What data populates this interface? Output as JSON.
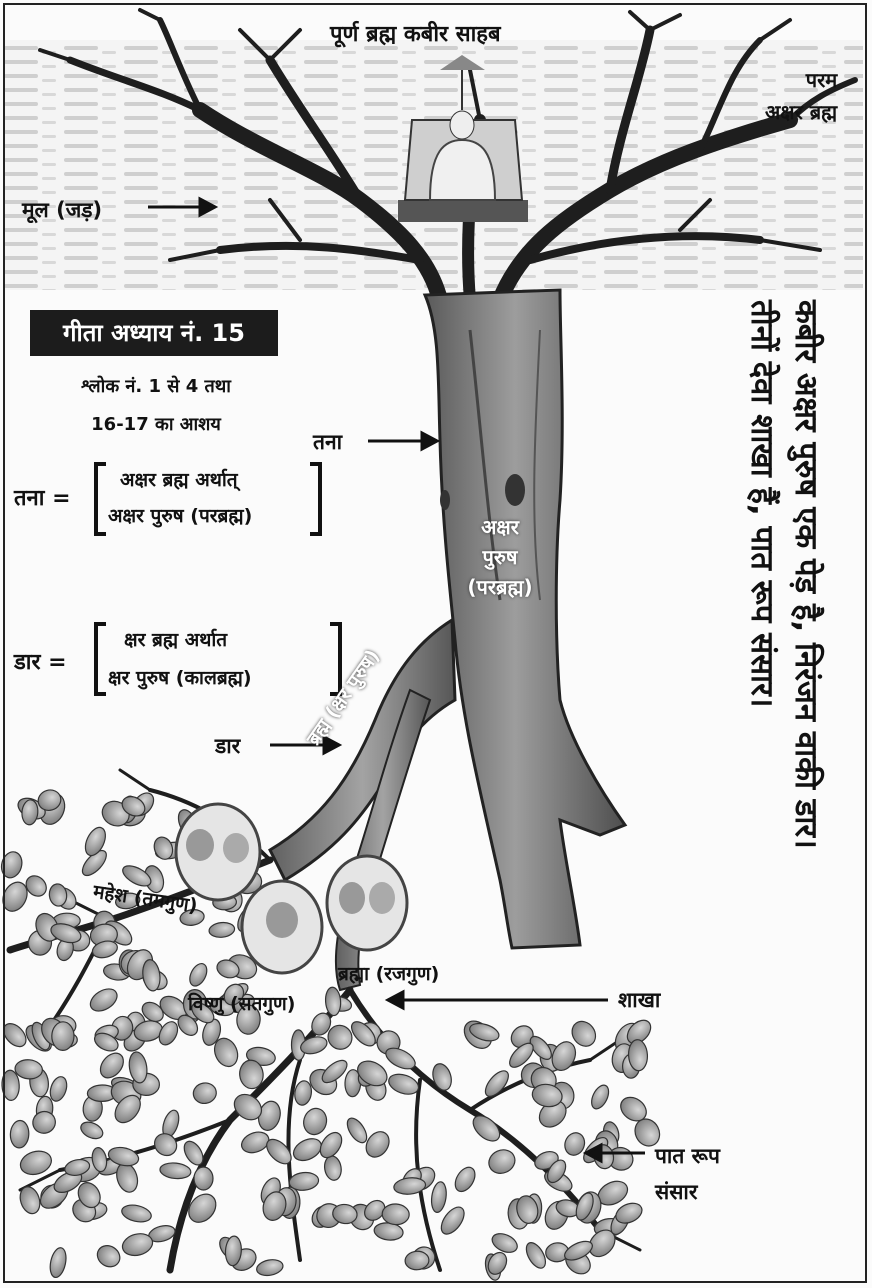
{
  "top_title": "पूर्ण ब्रह्म कबीर साहब",
  "param_akshar": [
    "परम",
    "अक्षर ब्रह्म"
  ],
  "mool_label": "मूल (जड़)",
  "gita_heading": "गीता अध्याय नं. 15",
  "shlok_lines": [
    "श्लोक नं. 1 से 4 तथा",
    "16-17 का आशय"
  ],
  "tana_equation": {
    "lhs": "तना =",
    "lines": [
      "अक्षर ब्रह्म अर्थात्",
      "अक्षर पुरुष (परब्रह्म)"
    ]
  },
  "daar_equation": {
    "lhs": "डार =",
    "lines": [
      "क्षर ब्रह्म अर्थात",
      "क्षर पुरुष (कालब्रह्म)"
    ]
  },
  "pointers": {
    "tana": "तना",
    "daar": "डार",
    "shakha": "शाखा",
    "paat": [
      "पात रूप",
      "संसार"
    ]
  },
  "trunk_label": [
    "अक्षर",
    "पुरुष",
    "(परब्रह्म)"
  ],
  "branch_label": "ब्रह्म (क्षर पुरुष)",
  "deities": {
    "mahesh": "महेश (तमगुण)",
    "vishnu": "विष्णु (सतगुण)",
    "brahma": "ब्रह्मा (रजगुण)"
  },
  "verse_lines": [
    "कबीर अक्षर पुरुष एक पेड़ है, निरंजन वाकी डार।",
    "तीनों देवा शाखा हैं, पात रूप संसार।"
  ],
  "colors": {
    "ink": "#111111",
    "trunk": "#7a7a7a",
    "leaf": "#9a9a9a",
    "sky": "#d9d9d9"
  },
  "icons": [
    "arrow-right-icon",
    "arrow-left-icon",
    "tree-icon",
    "saint-figure-icon"
  ]
}
